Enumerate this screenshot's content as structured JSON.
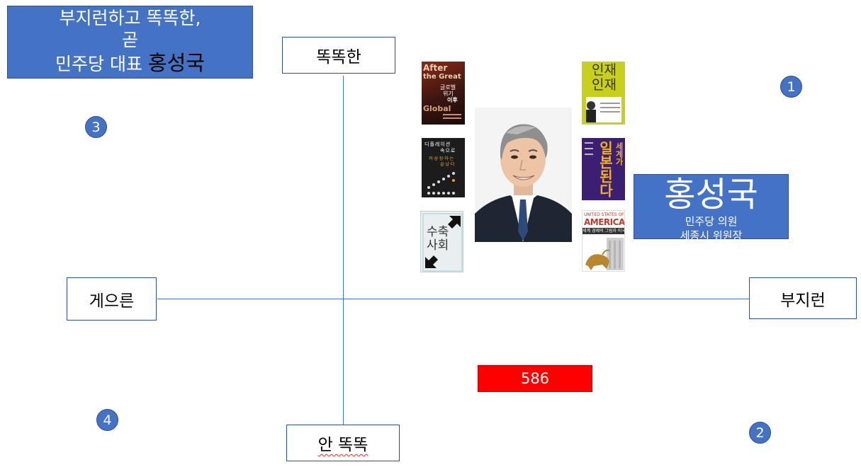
{
  "title": {
    "line1": "부지런하고 똑똑한,",
    "line2": "곧",
    "line3_prefix": "민주당 대표",
    "line3_name": "홍성국"
  },
  "axes": {
    "top": "똑똑한",
    "bottom": "안 똑똑",
    "left": "게으른",
    "right": "부지런"
  },
  "quadrants": [
    "1",
    "2",
    "3",
    "4"
  ],
  "profile": {
    "name": "홍성국",
    "role1": "민주당 의원",
    "role2": "세종시 위원장"
  },
  "tag": "586",
  "books": {
    "b1": {
      "t1": "After",
      "t2": "the Great",
      "t3": "글로벌",
      "t4": "위기",
      "t5": "이후",
      "t6": "Global"
    },
    "b2": {
      "t1": "디플레이션",
      "t2": "속으로",
      "t3": "저·성·장·하·는",
      "t4": "골·났·다"
    },
    "b3": {
      "t1": "수축",
      "t2": "사회"
    },
    "b4": {
      "t1": "인재",
      "t2": "인재"
    },
    "b5": {
      "t1": "세계가",
      "t2": "일본된다"
    },
    "b6": {
      "t1": "UNITED STATES OF",
      "t2": "AMERICA",
      "t3": "세계 경제의 그림자 미국"
    }
  },
  "colors": {
    "accent": "#4472c4",
    "tag": "#ff0000"
  }
}
